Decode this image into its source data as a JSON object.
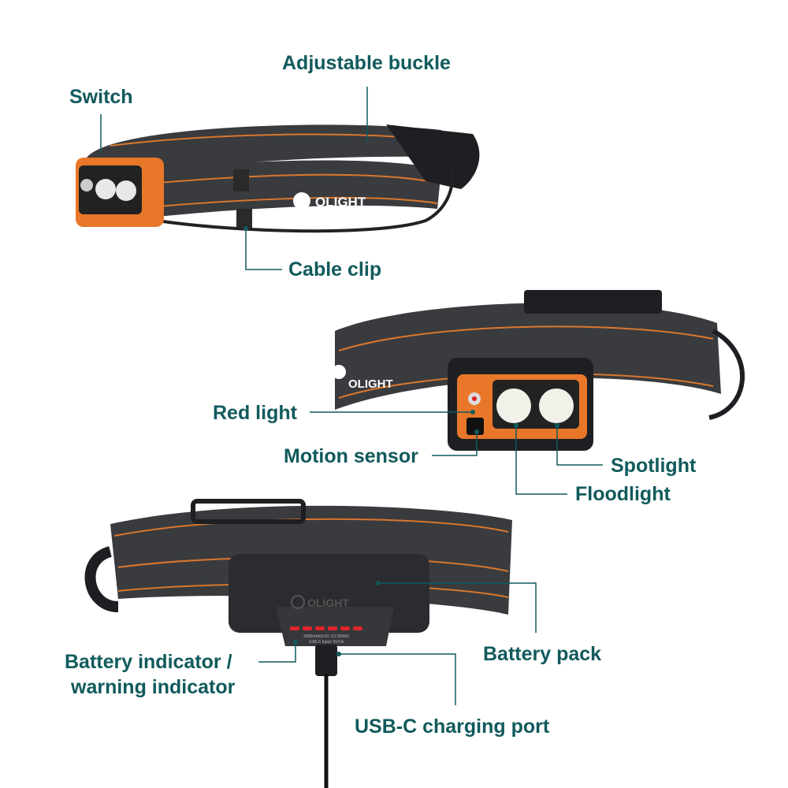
{
  "labels": {
    "adjustable_buckle": "Adjustable buckle",
    "switch": "Switch",
    "cable_clip": "Cable clip",
    "red_light": "Red light",
    "motion_sensor": "Motion sensor",
    "spotlight": "Spotlight",
    "floodlight": "Floodlight",
    "battery_pack": "Battery pack",
    "battery_indicator_line1": "Battery indicator /",
    "battery_indicator_line2": "warning indicator",
    "usb_c_port": "USB-C charging port"
  },
  "product": {
    "brand": "OLIGHT",
    "battery_spec": "3350mAh/3.6V (12.06Wh)",
    "battery_input": "USB-C Input: 5V/1A"
  },
  "colors": {
    "label": "#115a5c",
    "strap": "#3a3b3f",
    "stripe": "#d9772e",
    "housing": "#e8772a",
    "indicator": "#e0252b"
  }
}
